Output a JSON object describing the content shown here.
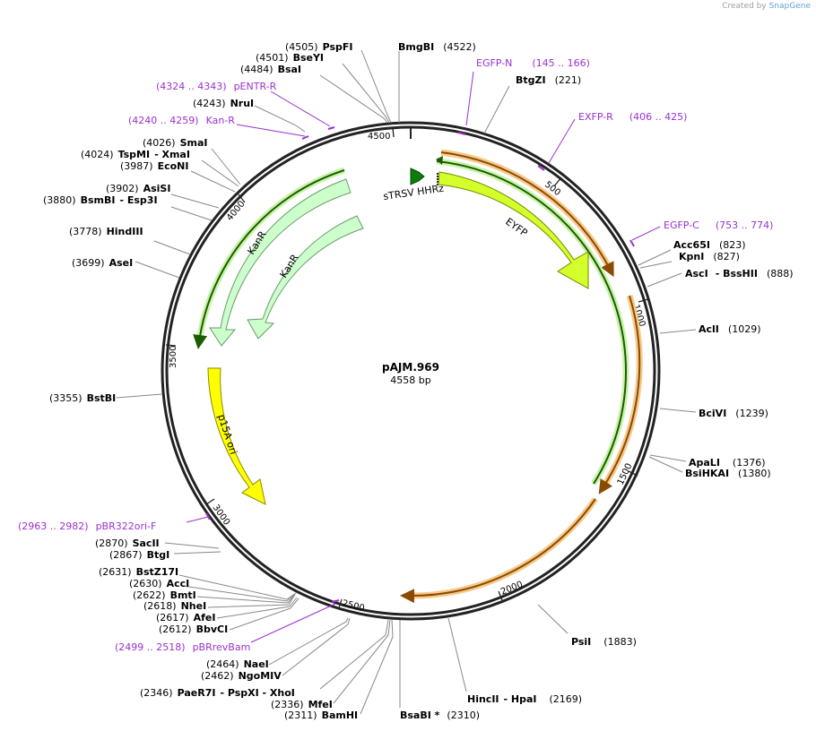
{
  "credit": {
    "prefix": "Created by",
    "brand": "SnapGene"
  },
  "plasmid": {
    "name": "pAJM.969",
    "length_label": "4558 bp",
    "length": 4558
  },
  "ticks": [
    "500",
    "1000",
    "1500",
    "2000",
    "2500",
    "3000",
    "3500",
    "4000",
    "4500"
  ],
  "features": [
    {
      "name": "sTRSV HHRz",
      "color": "#0a7d0a"
    },
    {
      "name": "EYFP",
      "color": "#d4ff2a"
    },
    {
      "name": "KanR",
      "color": "#ccffcc"
    },
    {
      "name": "KanR",
      "color": "#ccffcc"
    },
    {
      "name": "p15A ori",
      "color": "#ffff00"
    }
  ],
  "sites": [
    {
      "name": "PspFI",
      "pos": "(4505)"
    },
    {
      "name": "BseYI",
      "pos": "(4501)"
    },
    {
      "name": "BsaI",
      "pos": "(4484)"
    },
    {
      "name": "BmgBI",
      "pos": "(4522)"
    },
    {
      "name": "BtgZI",
      "pos": "(221)"
    },
    {
      "name": "NruI",
      "pos": "(4243)"
    },
    {
      "name": "SmaI",
      "pos": "(4026)"
    },
    {
      "name": "TspMI",
      "alt": "- XmaI",
      "pos": "(4024)"
    },
    {
      "name": "EcoNI",
      "pos": "(3987)"
    },
    {
      "name": "AsiSI",
      "pos": "(3902)"
    },
    {
      "name": "BsmBI",
      "alt": "- Esp3I",
      "pos": "(3880)"
    },
    {
      "name": "HindIII",
      "pos": "(3778)"
    },
    {
      "name": "AseI",
      "pos": "(3699)"
    },
    {
      "name": "Acc65I",
      "pos": "(823)"
    },
    {
      "name": "KpnI",
      "pos": "(827)"
    },
    {
      "name": "AscI",
      "alt": "- BssHII",
      "pos": "(888)"
    },
    {
      "name": "AclI",
      "pos": "(1029)"
    },
    {
      "name": "BstBI",
      "pos": "(3355)"
    },
    {
      "name": "BciVI",
      "pos": "(1239)"
    },
    {
      "name": "ApaLI",
      "pos": "(1376)"
    },
    {
      "name": "BsiHKAI",
      "pos": "(1380)"
    },
    {
      "name": "SacII",
      "pos": "(2870)"
    },
    {
      "name": "BtgI",
      "pos": "(2867)"
    },
    {
      "name": "BstZ17I",
      "pos": "(2631)"
    },
    {
      "name": "AccI",
      "pos": "(2630)"
    },
    {
      "name": "BmtI",
      "pos": "(2622)"
    },
    {
      "name": "NheI",
      "pos": "(2618)"
    },
    {
      "name": "AfeI",
      "pos": "(2617)"
    },
    {
      "name": "BbvCI",
      "pos": "(2612)"
    },
    {
      "name": "NaeI",
      "pos": "(2464)"
    },
    {
      "name": "NgoMIV",
      "pos": "(2462)"
    },
    {
      "name": "PaeR7I",
      "alt": "- PspXI - XhoI",
      "pos": "(2346)"
    },
    {
      "name": "MfeI",
      "pos": "(2336)"
    },
    {
      "name": "BamHI",
      "pos": "(2311)"
    },
    {
      "name": "BsaBI *",
      "pos": "(2310)"
    },
    {
      "name": "HincII",
      "alt": "- HpaI",
      "pos": "(2169)"
    },
    {
      "name": "PsiI",
      "pos": "(1883)"
    }
  ],
  "primers": [
    {
      "name": "EGFP-N",
      "range": "(145 .. 166)"
    },
    {
      "name": "EXFP-R",
      "range": "(406 .. 425)"
    },
    {
      "name": "EGFP-C",
      "range": "(753 .. 774)"
    },
    {
      "name": "pENTR-R",
      "range": "(4324 .. 4343)"
    },
    {
      "name": "Kan-R",
      "range": "(4240 .. 4259)"
    },
    {
      "name": "pBR322ori-F",
      "range": "(2963 .. 2982)"
    },
    {
      "name": "pBRrevBam",
      "range": "(2499 .. 2518)"
    }
  ],
  "colors": {
    "primer": "#9b30d0",
    "orf": "#f0a030",
    "backbone": "#222222"
  }
}
